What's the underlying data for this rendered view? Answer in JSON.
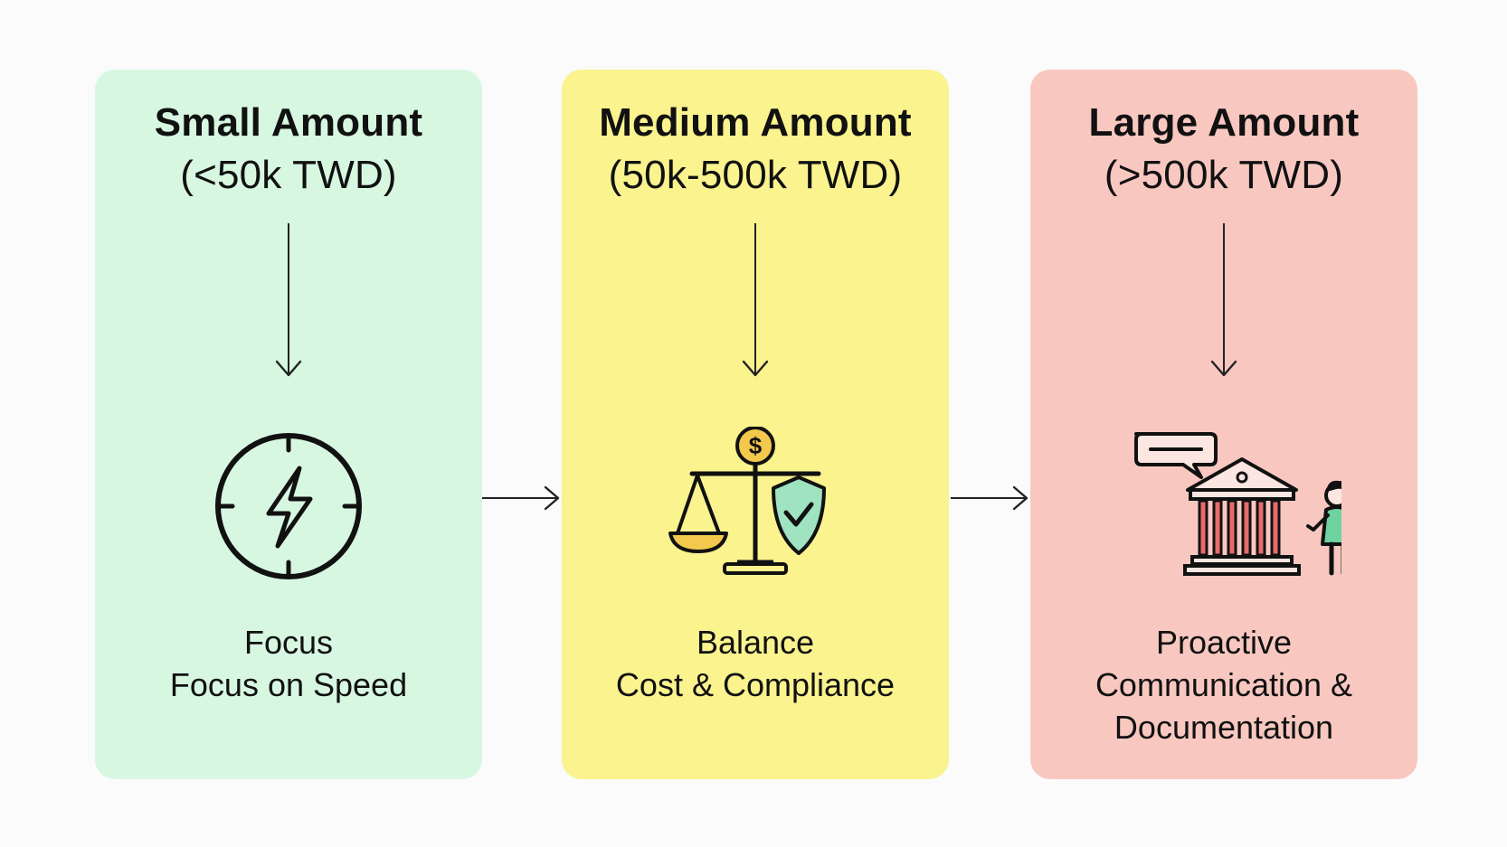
{
  "panels": [
    {
      "title": "Small Amount",
      "range": "(<50k TWD)",
      "caption_line1": "Focus",
      "caption_line2": "Focus on Speed",
      "caption_line3": "",
      "icon": "speed-compass-icon",
      "color": "#d7f7e1"
    },
    {
      "title": "Medium Amount",
      "range": "(50k-500k TWD)",
      "caption_line1": "Balance",
      "caption_line2": "Cost & Compliance",
      "caption_line3": "",
      "icon": "balance-scale-icon",
      "color": "#faf38e"
    },
    {
      "title": "Large Amount",
      "range": "(>500k TWD)",
      "caption_line1": "Proactive",
      "caption_line2": "Communication &",
      "caption_line3": "Documentation",
      "icon": "bank-communication-icon",
      "color": "#f8c8c0"
    }
  ],
  "colors": {
    "ink": "#111111",
    "accent_green": "#7fd9a8",
    "accent_yellow": "#f2c94c",
    "accent_red": "#e86b6b"
  }
}
